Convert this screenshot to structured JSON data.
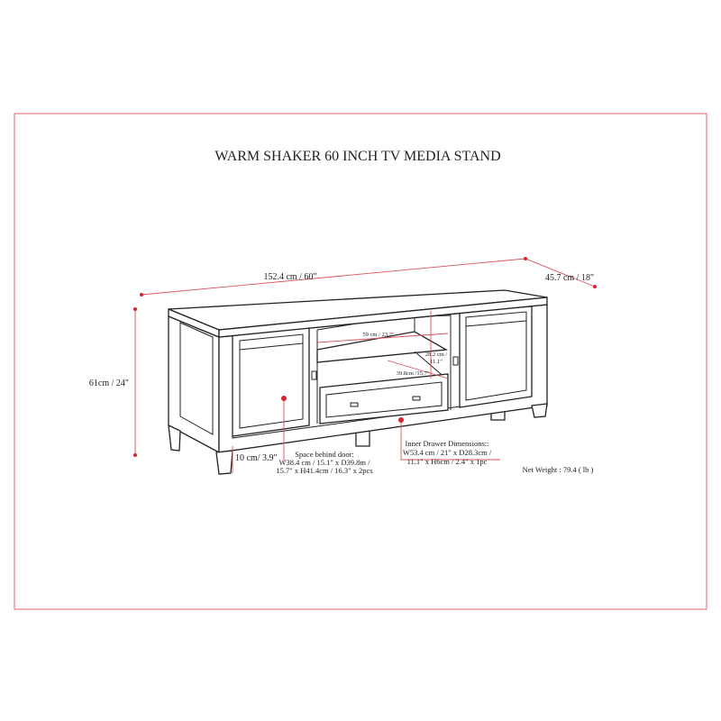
{
  "title": "WARM SHAKER 60 INCH TV MEDIA STAND",
  "dimensions": {
    "width": "152.4 cm / 60\"",
    "depth": "45.7 cm / 18\"",
    "height": "61cm / 24\"",
    "leg_height": "10 cm/ 3.9\"",
    "shelf_width": "59 cm / 23.2\"",
    "shelf_height_line1": "28.2 cm /",
    "shelf_height_line2": "11.1\"",
    "shelf_depth": "39.8cm /15.7\""
  },
  "door_space": {
    "line1": "Space behind door:",
    "line2": "W38.4 cm / 15.1\" x D39.8m /",
    "line3": "15.7\" x H41.4cm / 16.3\" x 2pcs"
  },
  "drawer": {
    "line1": "Inner Drawer Dimensions::",
    "line2": "W53.4 cm / 21\" x D28.3cm /",
    "line3": "11.1\" x H6cm / 2.4\" x 1pc"
  },
  "net_weight": "Net Weight : 79.4 ( lb )",
  "colors": {
    "frame": "#e07a80",
    "dimension": "#d9535b",
    "callout_dot": "#d9232e"
  }
}
